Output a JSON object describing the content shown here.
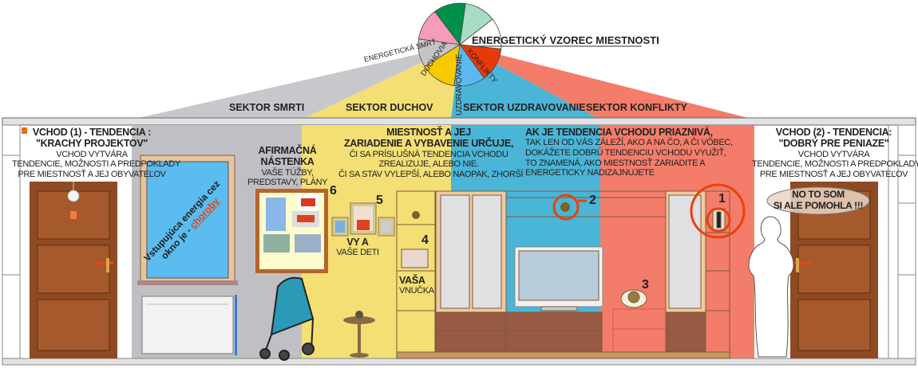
{
  "title": "ENERGETICKÝ VZOREC MIESTNOSTI",
  "pie_labels": {
    "death": "ENERGETICKÁ SMRŤ",
    "spirits": "DUCHOVIA",
    "healing": "UZDRAVOVANIE",
    "conflicts": "KONFLIKTY"
  },
  "sectors": [
    "SEKTOR SMRTI",
    "SEKTOR DUCHOV",
    "SEKTOR UZDRAVOVANIE",
    "SEKTOR KONFLIKTY"
  ],
  "entrance1": {
    "title": "VCHOD (1) - TENDENCIA :",
    "tendency": "\"KRACHY PROJEKTOV\"",
    "lines": [
      "VCHOD VYTVÁRA",
      "TENDENCIE, MOŽNOSTI A PREDPOKLADY",
      "PRE MIESTNOSŤ A JEJ OBYVATEĽOV"
    ]
  },
  "entrance2": {
    "title": "VCHOD (2) - TENDENCIA:",
    "tendency": "\"DOBRÝ PRE PENIAZE\"",
    "lines": [
      "VCHOD VYTVÁRA",
      "TENDENCIE, MOŽNOSTI A PREDPOKLADY",
      "PRE MIESTNOSŤ A JEJ OBYVATEĽOV"
    ]
  },
  "center_text": {
    "title1": "MIESTNOSŤ A JEJ",
    "title2": "ZARIADENIE A VYBAVENIE URČUJE,",
    "lines": [
      "ČI SA PRÍSLUŠNÁ TENDENCIA VCHODU",
      "ZREALIZUJE, ALEBO NIE.",
      "ČI SA STAV VYLEPŠÍ, ALEBO NAOPAK, ZHORŠÍ"
    ]
  },
  "right_text": {
    "title": "AK JE TENDENCIA VCHODU PRIAZNIVÁ,",
    "lines": [
      "TAK LEN OD VÁS ZÁLEŽÍ, AKO A NA ČO, A ČI VÔBEC,",
      "DOKÁŽETE DOBRÚ TENDENCIU VCHODU VYUŽIŤ,",
      "TO ZNAMENÁ, AKO MIESTNOSŤ ZARIADITE A",
      "ENERGETICKY NADIZAJNUJETE"
    ]
  },
  "board": {
    "title1": "AFIRMAČNÁ",
    "title2": "NÁSTENKA",
    "line1": "VAŠE TÚŽBY,",
    "line2": "PREDSTAVY, PLÁNY"
  },
  "window_text": {
    "main": "Vstupujúca energia cez",
    "line2": "okno je - ",
    "highlight": "choroby"
  },
  "you_kids": {
    "title": "VY A",
    "sub": "VAŠE DETI"
  },
  "grandchild": {
    "title": "VAŠA",
    "sub": "VNUČKA"
  },
  "bubble": {
    "line1": "NO TO SOM",
    "line2": "SI ALE POMOHLA !!!"
  },
  "numbers": [
    "1",
    "2",
    "3",
    "4",
    "5",
    "6"
  ],
  "colors": {
    "grey": "#c0c0c4",
    "yellow": "#f4df74",
    "blue": "#4ab5d6",
    "red": "#f47c6a",
    "accent": "#e8420c"
  }
}
